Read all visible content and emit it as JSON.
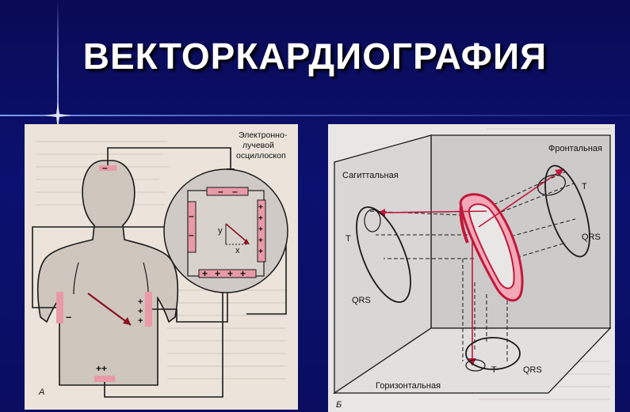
{
  "slide": {
    "title": "ВЕКТОРКАРДИОГРАФИЯ",
    "background_color": "#0a0d60",
    "accent_color": "#e8566e"
  },
  "figure_a": {
    "caption_letter": "А",
    "oscilloscope_label_line1": "Электронно-",
    "oscilloscope_label_line2": "лучевой",
    "oscilloscope_label_line3": "осциллоскоп",
    "axis_y": "y",
    "axis_x": "x",
    "minus_sign": "–",
    "plus_sign": "+",
    "plus_pair": "++"
  },
  "figure_b": {
    "caption_letter": "Б",
    "plane_sagittal": "Сагиттальная",
    "plane_frontal": "Фронтальная",
    "plane_horizontal": "Горизонтальная",
    "label_t_sagittal": "T",
    "label_qrs_sagittal": "QRS",
    "label_t_frontal": "T",
    "label_qrs_frontal": "QRS",
    "label_t_horizontal": "T",
    "label_qrs_horizontal": "QRS"
  }
}
